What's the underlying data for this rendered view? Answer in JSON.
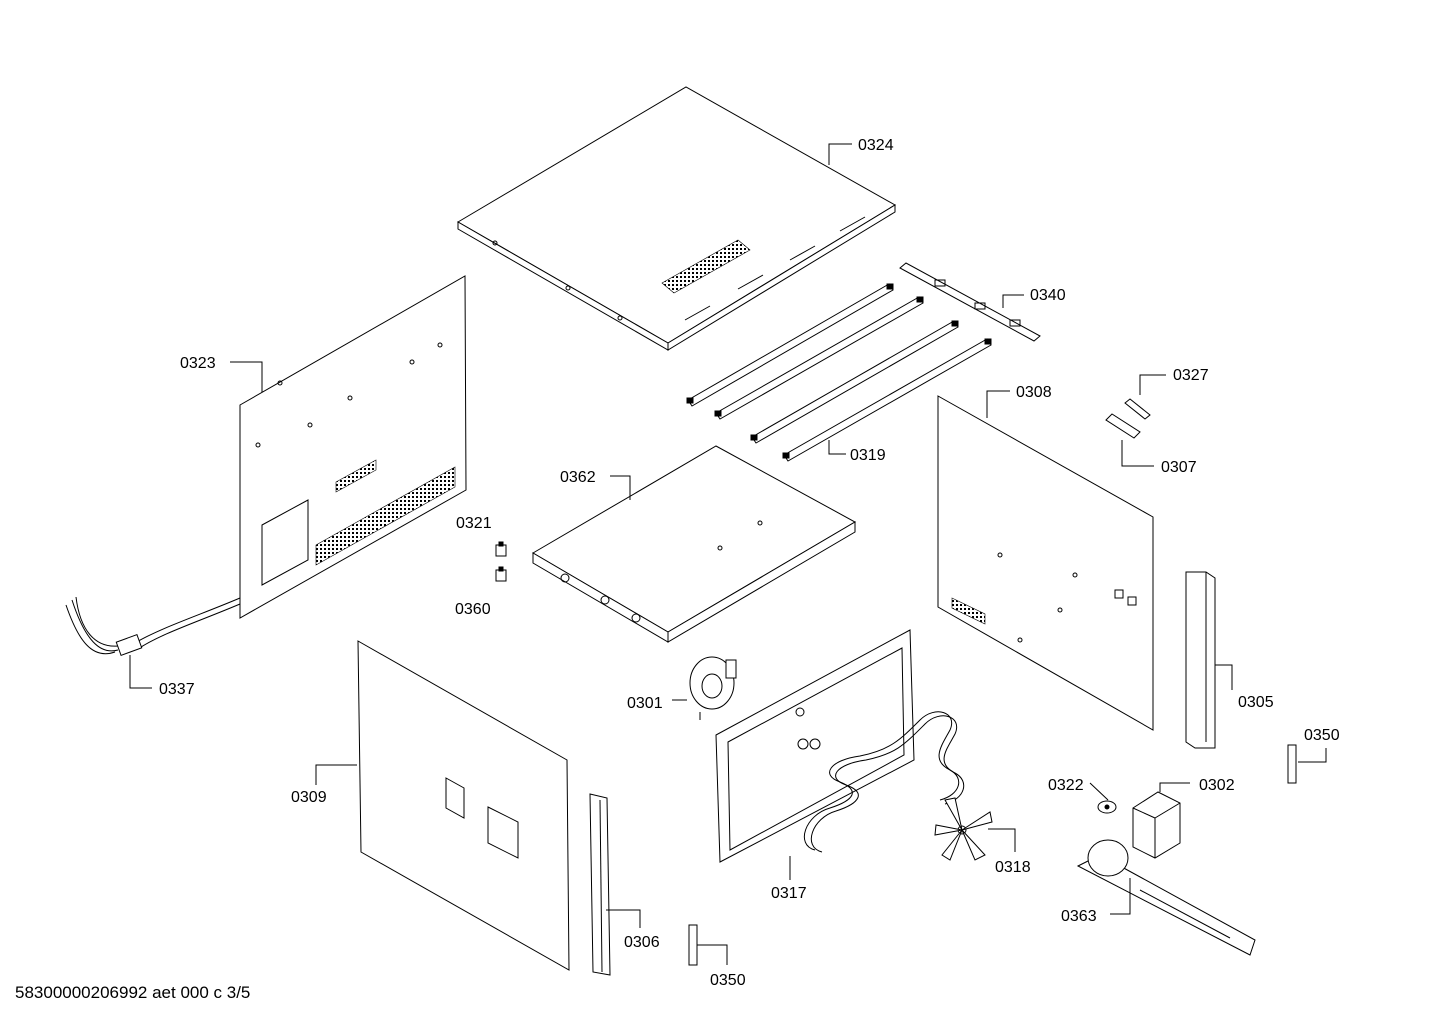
{
  "labels": {
    "p0324": "0324",
    "p0340": "0340",
    "p0323": "0323",
    "p0327": "0327",
    "p0308": "0308",
    "p0319": "0319",
    "p0307": "0307",
    "p0362": "0362",
    "p0321": "0321",
    "p0360": "0360",
    "p0337": "0337",
    "p0301": "0301",
    "p0305": "0305",
    "p0309": "0309",
    "p0350a": "0350",
    "p0322": "0322",
    "p0302": "0302",
    "p0318": "0318",
    "p0317": "0317",
    "p0363": "0363",
    "p0306": "0306",
    "p0350b": "0350"
  },
  "footer_text": "58300000206992 aet 000 c 3/5"
}
